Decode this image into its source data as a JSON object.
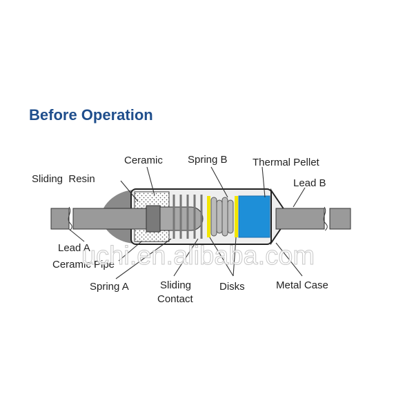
{
  "title": "Before Operation",
  "labels": {
    "sliding_resin": "Sliding  Resin",
    "ceramic": "Ceramic",
    "spring_b": "Spring B",
    "thermal_pellet": "Thermal Pellet",
    "lead_b": "Lead B",
    "lead_a": "Lead A",
    "ceramic_pipe": "Ceramic Pipe",
    "spring_a": "Spring A",
    "sliding": "Sliding",
    "contact": "Contact",
    "disks": "Disks",
    "metal_case": "Metal Case"
  },
  "watermark": "uchi.en.alibaba.com",
  "colors": {
    "title": "#1f4e8c",
    "thermal_pellet": "#1e8fd8",
    "disk": "#f3e600",
    "resin": "#8a8a8a",
    "lead": "#9a9a9a"
  }
}
